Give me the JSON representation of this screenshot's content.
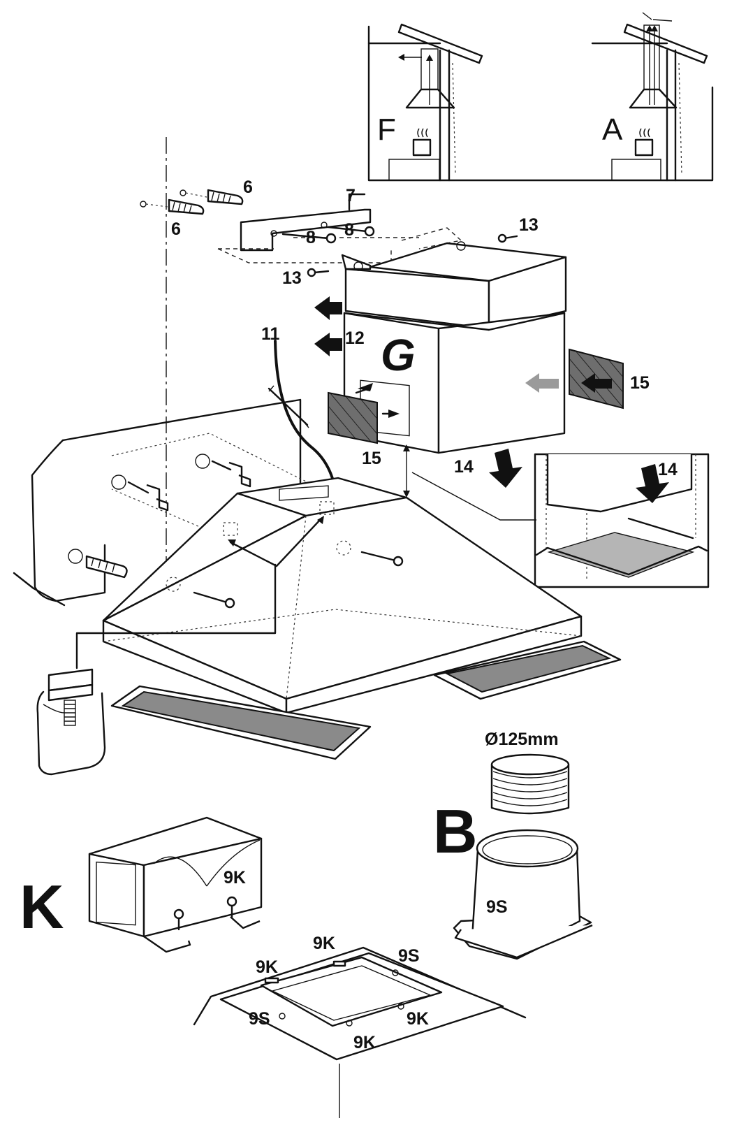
{
  "inset_labels": {
    "filter_mode": "F",
    "extraction_mode": "A"
  },
  "part_labels": {
    "p6a": "6",
    "p6b": "6",
    "p7": "7",
    "p8a": "8",
    "p8b": "8",
    "p13a": "13",
    "p13b": "13",
    "p11": "11",
    "p12": "12",
    "p15a": "15",
    "p15b": "15",
    "p14a": "14",
    "p14b": "14"
  },
  "section_labels": {
    "chimney": "G",
    "round_adapter": "B",
    "square_adapter": "K"
  },
  "duct_diameter": "Ø125mm",
  "adapter_labels": {
    "k_part": "9K",
    "s_part": "9S"
  },
  "plate_labels": {
    "top_k": "9K",
    "left_k": "9K",
    "right_s": "9S",
    "left_s": "9S",
    "bottom_k": "9K",
    "right_k": "9K"
  },
  "colors": {
    "line": "#111111",
    "filter_grey": "#8a8a8a",
    "tray_grey": "#b5b5b5",
    "arrow_grey": "#9a9a9a"
  }
}
